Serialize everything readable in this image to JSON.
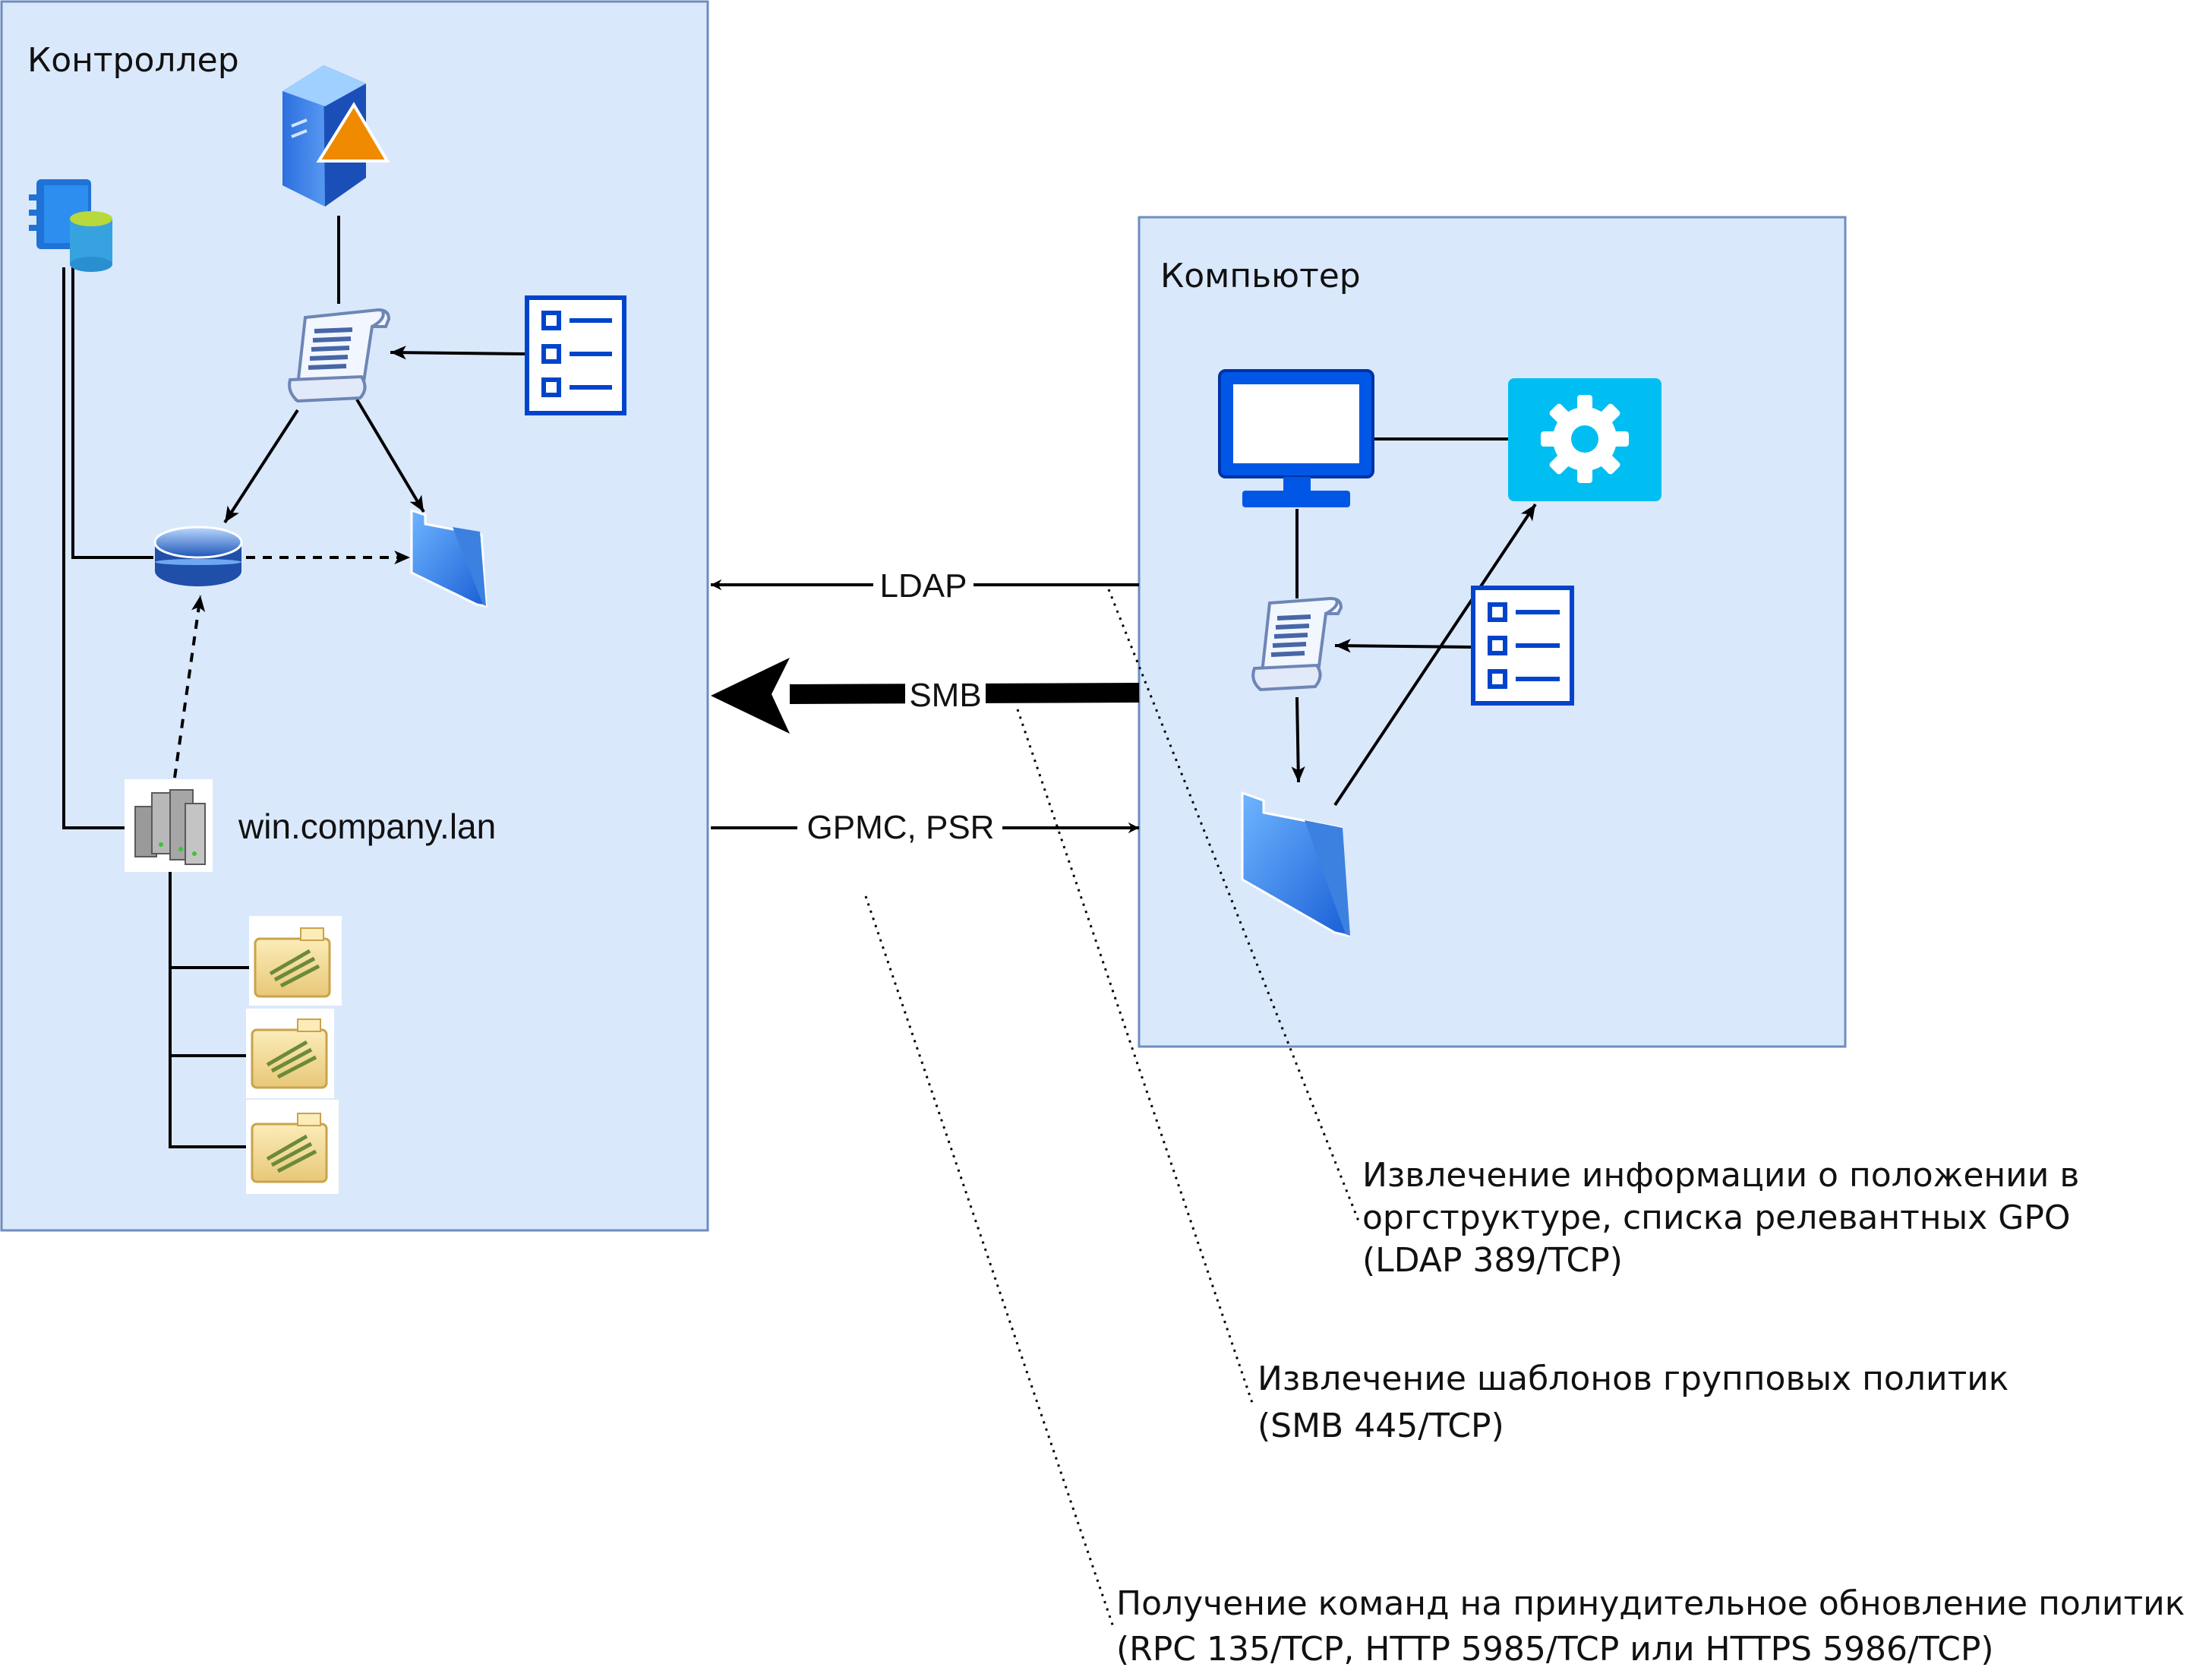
{
  "controller": {
    "title": "Контроллер",
    "domain_label": "win.company.lan"
  },
  "computer": {
    "title": "Компьютер"
  },
  "connections": {
    "ldap": "LDAP",
    "smb": "SMB",
    "gpmc": "GPMC, PSR"
  },
  "notes": [
    {
      "lines": [
        "Извлечение информации о положении в",
        "оргструктуре, списка релевантных GPO",
        "(LDAP 389/TCP)"
      ]
    },
    {
      "lines": [
        "Извлечение шаблонов групповых политик",
        "(SMB 445/TCP)"
      ]
    },
    {
      "lines": [
        "Получение команд на принудительное обновление политик",
        "(RPC 135/TCP, HTTP 5985/TCP или HTTPS 5986/TCP)"
      ]
    }
  ],
  "colors": {
    "panel_fill": "#dae8fc",
    "panel_stroke": "#6c8ebf",
    "accent_blue": "#0044cc",
    "gear_bg": "#00bef2"
  },
  "icons": {
    "controller": [
      "admin-server-icon",
      "notebook-database-icon",
      "policy-scroll-icon",
      "checklist-icon",
      "database-disk-icon",
      "folder-icon",
      "server-cluster-icon",
      "ou-folder-icon"
    ],
    "computer": [
      "monitor-icon",
      "gear-settings-icon",
      "policy-scroll-icon",
      "checklist-icon",
      "folder-icon"
    ]
  }
}
